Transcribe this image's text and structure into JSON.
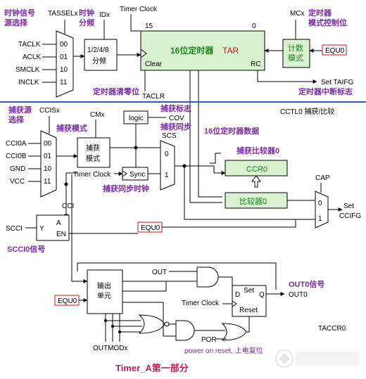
{
  "colors": {
    "annotation": "#7b2aa8",
    "line": "#000000",
    "box_fill": "#ffffff",
    "green_fill": "#d9f2d0",
    "green_text": "#1a8a1a",
    "red": "#d01010",
    "divider": "#3a55c8",
    "caption": "#c81e5a",
    "watermark": "#c8c8c8"
  },
  "labels": {
    "clock_signal_select": "时钟信号",
    "clock_source_select": "源选择",
    "tasselx": "TASSELx",
    "clock_divider_a": "时钟",
    "clock_divider_b": "分频",
    "idx": "IDx",
    "timer_clock_top": "Timer Clock",
    "bit15": "15",
    "bit0": "0",
    "mcx": "MCx",
    "timer_mode_ctrl_a": "定时器",
    "timer_mode_ctrl_b": "模式控制位",
    "taclk": "TACLK",
    "aclk": "ACLK",
    "smclk": "SMCLK",
    "inclk": "INCLK",
    "mux1_00": "00",
    "mux1_01": "01",
    "mux1_10": "10",
    "mux1_11": "11",
    "divider_a": "1/2/4/8",
    "divider_b": "分频",
    "timer_block_title": "16位定时器",
    "tar": "TAR",
    "clear": "Clear",
    "rc": "RC",
    "count_mode_a": "计数",
    "count_mode_b": "模式",
    "equ0_top": "EQU0",
    "set_taifg": "Set TAIFG",
    "timer_interrupt_flag": "定时器中断标志",
    "timer_clear": "定时器清零位",
    "taclr": "TACLR",
    "capture_source_a": "捕获源",
    "capture_source_b": "选择",
    "ccisx": "CCISx",
    "cmx": "CMx",
    "logic": "logic",
    "capture_flag": "捕获标志",
    "cov": "COV",
    "capture_sync": "捕获同步",
    "scs": "SCS",
    "cctl0": "CCTL0 捕获/比较",
    "capture_mode": "捕获模式",
    "ccioa": "CCI0A",
    "ccib": "CCI0B",
    "gnd": "GND",
    "vcc": "VCC",
    "mux2_00": "00",
    "mux2_01": "01",
    "mux2_10": "10",
    "mux2_11": "11",
    "capture_mode_box_a": "捕获",
    "capture_mode_box_b": "模式",
    "timer_16bit_data": "16位定时器数据",
    "capture_compare0": "捕获比较器0",
    "ccr0": "CCR0",
    "timer_clock_sync": "Timer Clock",
    "sync": "Sync",
    "scs_mux_0": "0",
    "scs_mux_1": "1",
    "capture_sync_clock": "捕获同步时钟",
    "comparator0": "比较器0",
    "cap": "CAP",
    "cap_mux_0": "0",
    "cap_mux_1": "1",
    "set_ccifg_a": "Set",
    "set_ccifg_b": "CCIFG",
    "cci": "CCI",
    "scci": "SCCI",
    "latch_y": "Y",
    "latch_a": "A",
    "latch_en": "EN",
    "equ0_mid": "EQU0",
    "scci_signal": "SCCI0信号",
    "out_label": "OUT",
    "out0_signal": "OUT0信号",
    "output_unit_a": "输出",
    "output_unit_b": "单元",
    "ff_d": "D",
    "ff_set": "Set",
    "ff_q": "Q",
    "out0": "OUT0",
    "equ0_low": "EQU0",
    "timer_clock_low": "Timer Clock",
    "ff_reset": "Reset",
    "por": "POR",
    "taccr0": "TACCR0",
    "outmodx": "OUTMODx",
    "power_on_reset": "power on reset, 上电复位",
    "caption": "Timer_A第一部分"
  }
}
